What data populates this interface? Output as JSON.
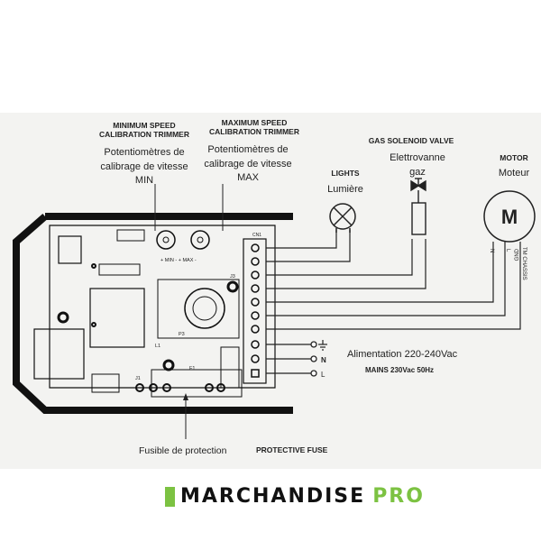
{
  "labels": {
    "min_trimmer_en_1": "MINIMUM SPEED",
    "min_trimmer_en_2": "CALIBRATION TRIMMER",
    "min_trimmer_fr_1": "Potentiomètres de",
    "min_trimmer_fr_2": "calibrage de vitesse",
    "min_trimmer_tag": "MIN",
    "max_trimmer_en_1": "MAXIMUM SPEED",
    "max_trimmer_en_2": "CALIBRATION TRIMMER",
    "max_trimmer_fr_1": "Potentiomètres de",
    "max_trimmer_fr_2": "calibrage de vitesse",
    "max_trimmer_tag": "MAX",
    "gas_valve_en": "GAS SOLENOID VALVE",
    "gas_valve_fr_1": "Elettrovanne",
    "gas_valve_fr_2": "gaz",
    "lights_en": "LIGHTS",
    "lights_fr": "Lumière",
    "motor_en": "MOTOR",
    "motor_fr": "Moteur",
    "motor_symbol": "M",
    "motor_n": "N",
    "motor_l": "L",
    "motor_gnd": "GND",
    "motor_chassis": "TM CHASSIS",
    "mains_fr": "Alimentation 220-240Vac",
    "mains_en": "MAINS 230Vac 50Hz",
    "terminal_n": "N",
    "terminal_l": "L",
    "fuse_fr": "Fusible de protection",
    "fuse_en": "PROTECTIVE FUSE",
    "board_min_max": "+ MIN -  + MAX -",
    "board_cn1": "CN1",
    "board_l1": "L1",
    "board_p3": "P3",
    "board_f1": "F1",
    "board_j1": "J1",
    "board_j3": "J3"
  },
  "brand": {
    "name": "MARCHANDISE",
    "suffix": "PRO",
    "accent": "#7cc242"
  }
}
